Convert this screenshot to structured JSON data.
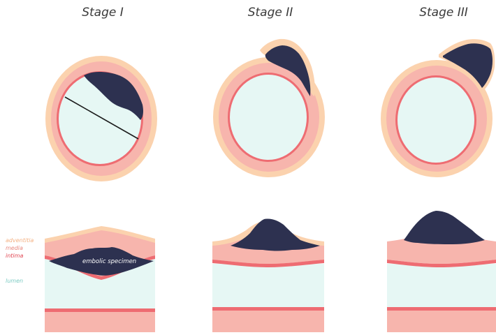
{
  "stages": [
    {
      "title": "Stage I"
    },
    {
      "title": "Stage II"
    },
    {
      "title": "Stage III"
    }
  ],
  "layer_labels": {
    "adventitia": "adventitia",
    "media": "media",
    "intima": "intima",
    "lumen": "lumen"
  },
  "annotation": "embolic specimen",
  "colors": {
    "adventitia": "#fbd2ae",
    "media": "#f7b5ad",
    "intima": "#ee6c72",
    "lumen": "#e6f7f4",
    "embolus": "#2d3150",
    "label_adventitia": "#f4b183",
    "label_media": "#e8877d",
    "label_intima": "#e0424e",
    "label_lumen": "#7ccbc3"
  }
}
